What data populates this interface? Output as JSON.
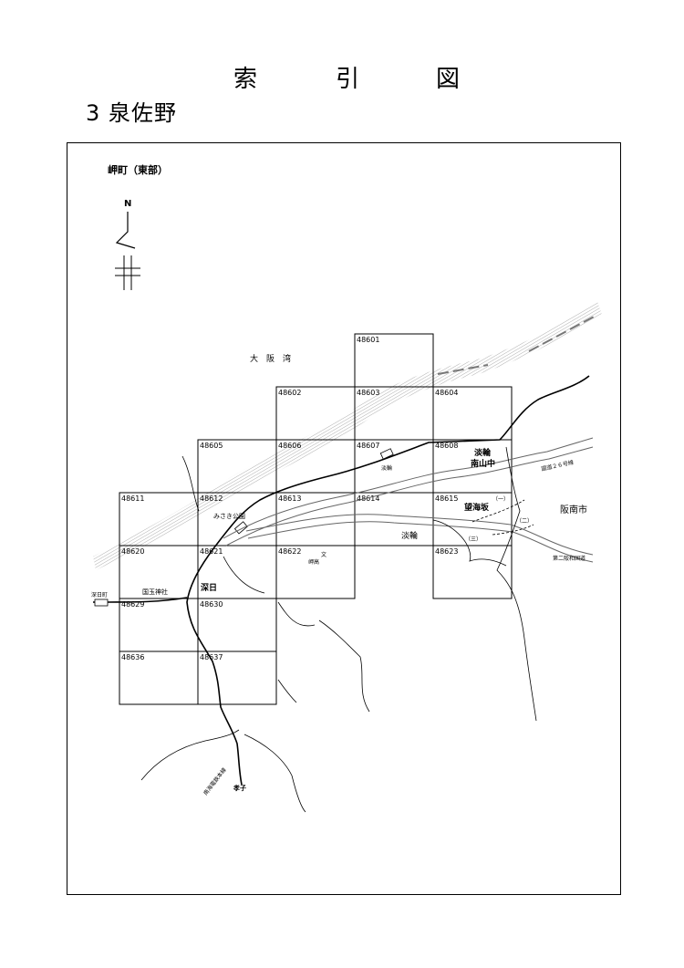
{
  "page": {
    "title_chars": [
      "索",
      "引",
      "図"
    ],
    "subtitle": "3 泉佐野"
  },
  "map": {
    "area_name": "岬町（東部）",
    "north": "N",
    "sheets": [
      {
        "id": "48601",
        "col": 3,
        "row": 0
      },
      {
        "id": "48602",
        "col": 2,
        "row": 1
      },
      {
        "id": "48603",
        "col": 3,
        "row": 1
      },
      {
        "id": "48604",
        "col": 4,
        "row": 1
      },
      {
        "id": "48605",
        "col": 1,
        "row": 2
      },
      {
        "id": "48606",
        "col": 2,
        "row": 2
      },
      {
        "id": "48607",
        "col": 3,
        "row": 2
      },
      {
        "id": "48608",
        "col": 4,
        "row": 2
      },
      {
        "id": "48611",
        "col": 0,
        "row": 3
      },
      {
        "id": "48612",
        "col": 1,
        "row": 3
      },
      {
        "id": "48613",
        "col": 2,
        "row": 3
      },
      {
        "id": "48614",
        "col": 3,
        "row": 3
      },
      {
        "id": "48615",
        "col": 4,
        "row": 3
      },
      {
        "id": "48620",
        "col": 0,
        "row": 4
      },
      {
        "id": "48621",
        "col": 1,
        "row": 4
      },
      {
        "id": "48622",
        "col": 2,
        "row": 4
      },
      {
        "id": "48623",
        "col": 4,
        "row": 4
      },
      {
        "id": "48629",
        "col": 0,
        "row": 5
      },
      {
        "id": "48630",
        "col": 1,
        "row": 5
      },
      {
        "id": "48636",
        "col": 0,
        "row": 6
      },
      {
        "id": "48637",
        "col": 1,
        "row": 6
      }
    ],
    "places": {
      "osaka_bay": "大　阪　湾",
      "tannowa_station": "淡輪",
      "tannowa": "淡輪",
      "tannowa_nanzan_1": "淡輪",
      "tannowa_nanzan_2": "南山中",
      "misaki_park": "みさき公園",
      "bokaizaka": "望海坂",
      "hannan_city": "阪南市",
      "route26": "国道２６号線",
      "daini_hanwa": "第二阪和国道",
      "fuke": "深日",
      "misaki_high": "岬高",
      "school_mark": "文",
      "kokugyoku": "国玉神社",
      "fuke_town": "深日町",
      "nankai_line": "南海電鉄本線",
      "kyoshi": "孝子",
      "mark_1": "（一）",
      "mark_2": "（二）",
      "mark_3": "（三）"
    }
  }
}
